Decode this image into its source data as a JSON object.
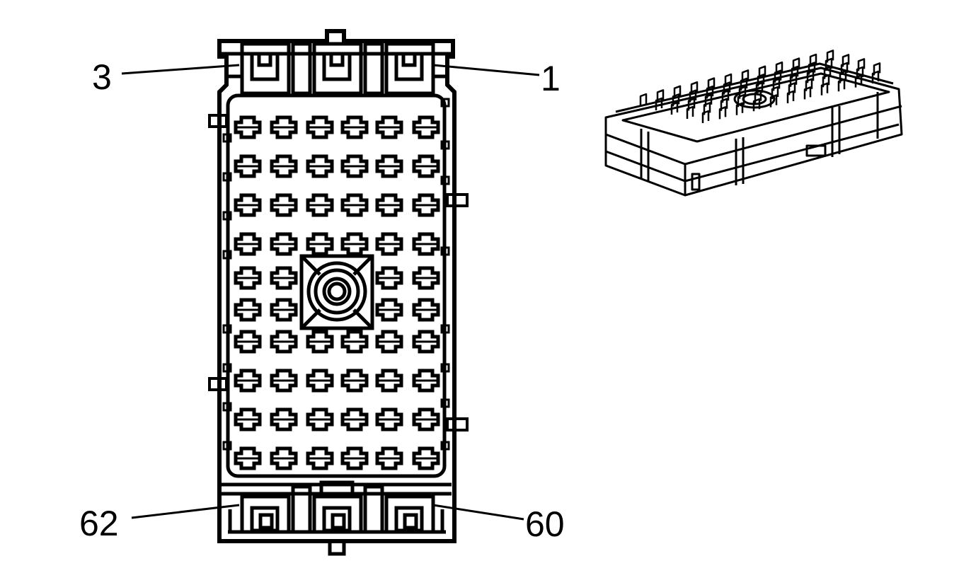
{
  "labels": {
    "pin_top_left": "3",
    "pin_top_right": "1",
    "pin_bottom_left": "62",
    "pin_bottom_right": "60"
  },
  "colors": {
    "ink": "#000000",
    "paper": "#ffffff"
  }
}
